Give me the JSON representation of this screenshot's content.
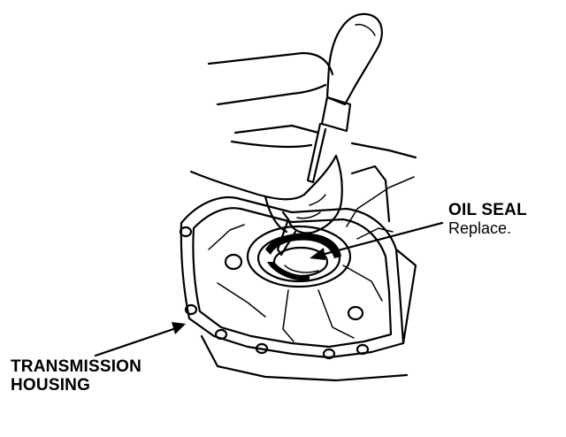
{
  "callouts": {
    "oil_seal": {
      "name": "OIL SEAL",
      "action": "Replace."
    },
    "housing": {
      "line1": "TRANSMISSION",
      "line2": "HOUSING"
    }
  },
  "colors": {
    "ink": "#000000",
    "paper": "#ffffff"
  },
  "icons": [
    "hammer-icon",
    "chisel-icon",
    "hand-icon"
  ]
}
